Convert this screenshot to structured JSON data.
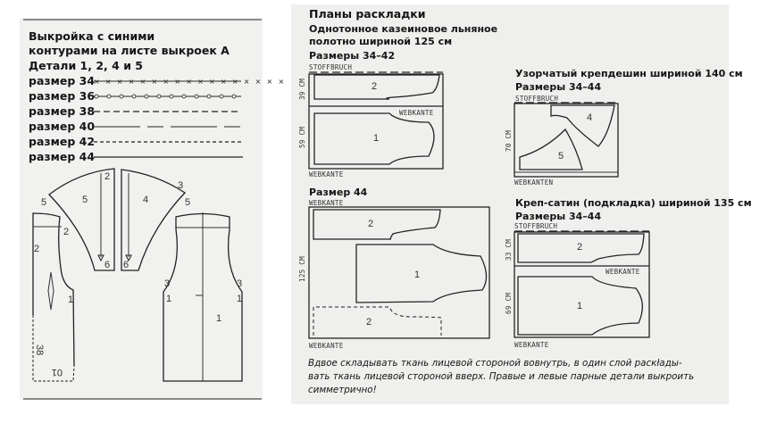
{
  "left_panel": {
    "title_lines": [
      "Выкройка с синими",
      "контурами на листе выкроек А",
      "Детали 1, 2, 4 и 5"
    ],
    "legend": [
      {
        "label": "размер 34",
        "style": "cross-line"
      },
      {
        "label": "размер 36",
        "style": "circle-line"
      },
      {
        "label": "размер 38",
        "style": "long-dash"
      },
      {
        "label": "размер 40",
        "style": "dash-long-short"
      },
      {
        "label": "размер 42",
        "style": "short-dash"
      },
      {
        "label": "размер 44",
        "style": "solid"
      }
    ],
    "piece_labels": {
      "p5": "5",
      "p4": "4",
      "p2": "2",
      "p1": "1",
      "m2a": "2",
      "m6a": "6",
      "m6b": "6",
      "m3a": "3",
      "m5a": "5",
      "m5b": "5",
      "m2b": "2",
      "m1a": "1",
      "m3b": "3",
      "m3c": "3",
      "m1b": "1",
      "m1c": "1",
      "m38": "38",
      "m01": "01"
    }
  },
  "right_panel": {
    "title": "Планы раскладки",
    "layout_linen": {
      "fabric": [
        "Однотонное казеиновое льняное",
        "полотно шириной 125 см"
      ],
      "sizes": "Размеры 34–42",
      "fold": "STOFFBRUCH",
      "selvage_mid": "WEBKANTE",
      "selvage_bottom": "WEBKANTE",
      "dim_top": "39 CM",
      "dim_bottom": "59 CM",
      "piece_top": "2",
      "piece_bottom": "1"
    },
    "layout_linen_44": {
      "sizes": "Размер 44",
      "selvage_top": "WEBKANTE",
      "selvage_bottom": "WEBKANTE",
      "dim": "125 CM",
      "piece_top": "2",
      "piece_mid": "1",
      "piece_dashed": "2"
    },
    "layout_crepe": {
      "fabric": "Узорчатый крепдешин шириной 140 см",
      "sizes": "Размеры 34–44",
      "fold": "STOFFBRUCH",
      "selvage": "WEBKANTEN",
      "dim": "70 CM",
      "piece_a": "4",
      "piece_b": "5"
    },
    "layout_satin": {
      "fabric": "Креп-сатин (подкладка) шириной 135 см",
      "sizes": "Размеры 34–44",
      "fold": "STOFFBRUCH",
      "selvage_mid": "WEBKANTE",
      "selvage_bottom": "WEBKANTE",
      "dim_top": "33 CM",
      "dim_bottom": "69 CM",
      "piece_top": "2",
      "piece_bottom": "1"
    },
    "note_lines": [
      "Вдвое складывать ткань лицевой стороной вовнутрь, в один слой раскłады-",
      "вать ткань лицевой стороной вверх. Правые и левые парные детали выкроить",
      "симметрично!"
    ]
  }
}
